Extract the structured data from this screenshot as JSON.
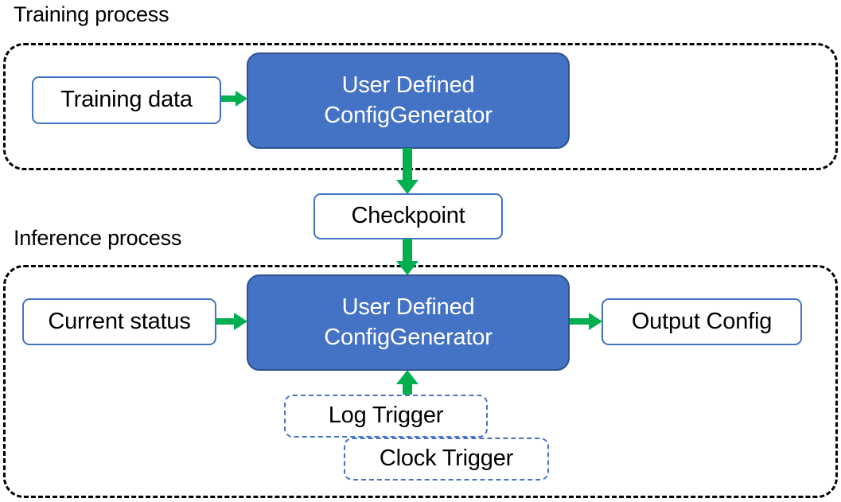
{
  "diagram": {
    "title_training": "Training process",
    "title_inference": "Inference process",
    "colors": {
      "node_fill_blue": "#4472C4",
      "node_border_blue": "#2F528F",
      "outline_blue": "#4472C4",
      "arrow_green": "#00B050",
      "container_dash": "#000000",
      "text_dark": "#000000",
      "text_light": "#FFFFFF"
    }
  },
  "training": {
    "label": "Training process",
    "nodes": {
      "training_data": "Training data",
      "config_generator_line1": "User Defined",
      "config_generator_line2": "ConfigGenerator"
    }
  },
  "checkpoint": {
    "label": "Checkpoint"
  },
  "inference": {
    "label": "Inference process",
    "nodes": {
      "current_status": "Current status",
      "config_generator_line1": "User Defined",
      "config_generator_line2": "ConfigGenerator",
      "output_config": "Output Config",
      "log_trigger": "Log Trigger",
      "clock_trigger": "Clock Trigger"
    }
  },
  "arrows": [
    {
      "name": "training-data-to-generator",
      "direction": "right"
    },
    {
      "name": "generator-to-checkpoint",
      "direction": "down"
    },
    {
      "name": "checkpoint-to-generator",
      "direction": "down"
    },
    {
      "name": "current-status-to-generator",
      "direction": "right"
    },
    {
      "name": "generator-to-output-config",
      "direction": "right"
    },
    {
      "name": "triggers-to-generator",
      "direction": "up"
    }
  ]
}
